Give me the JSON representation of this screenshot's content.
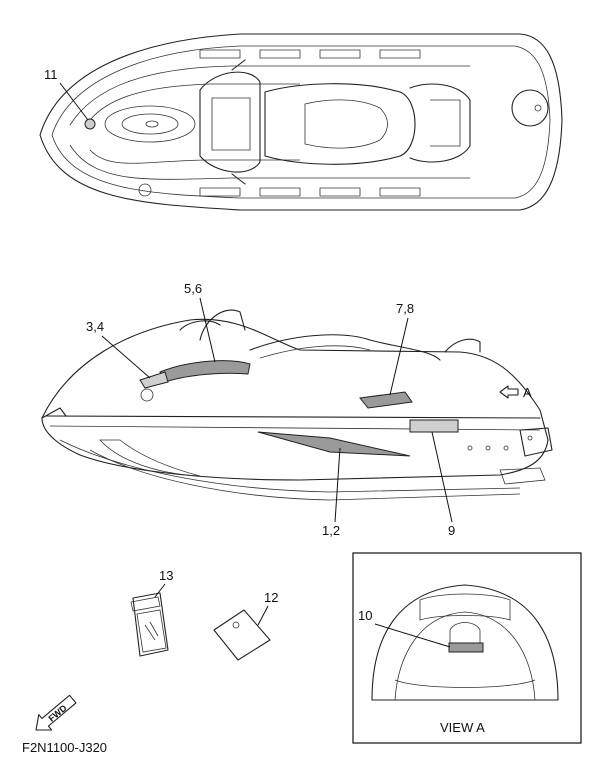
{
  "callouts": {
    "c11": "11",
    "c56": "5,6",
    "c34": "3,4",
    "c78": "7,8",
    "c12": "1,2",
    "c9": "9",
    "cA": "A",
    "c13": "13",
    "c12b": "12",
    "c10": "10"
  },
  "view_label": "VIEW A",
  "fwd_label": "FWD",
  "drawing_code": "F2N1100-J320"
}
